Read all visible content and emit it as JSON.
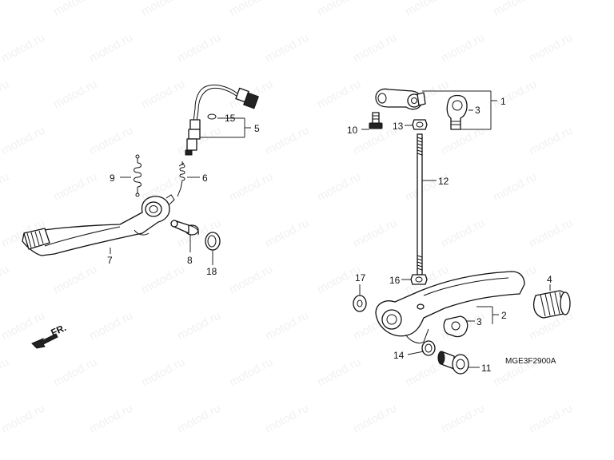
{
  "watermark": {
    "text": "motod.ru"
  },
  "diagram_code": "MGE3F2900A",
  "direction_label": "FR.",
  "callouts": {
    "c1": "1",
    "c2": "2",
    "c3a": "3",
    "c3b": "3",
    "c4": "4",
    "c5": "5",
    "c6": "6",
    "c7": "7",
    "c8": "8",
    "c9": "9",
    "c10": "10",
    "c11": "11",
    "c12": "12",
    "c13": "13",
    "c14": "14",
    "c15": "15",
    "c16": "16",
    "c17": "17",
    "c18": "18"
  },
  "colors": {
    "ink": "#111111",
    "watermark": "#f1f1f1",
    "background": "#ffffff"
  }
}
